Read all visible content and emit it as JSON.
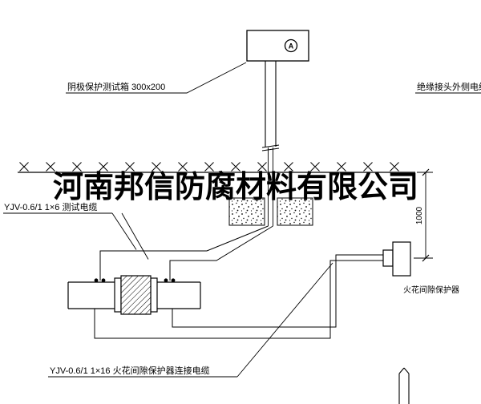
{
  "drawing": {
    "watermark": "河南邦信防腐材料有限公司",
    "labels": {
      "test_box": "阴极保护测试箱 300x200",
      "outer_cable": "绝缘接头外侧电缆",
      "test_cable": "YJV-0.6/1 1×6  测试电缆",
      "spark_gap_protector": "火花间隙保护器",
      "spark_gap_cable": "YJV-0.6/1 1×16  火花间隙保护器连接电缆",
      "depth_dimension": "1000",
      "ammeter_symbol": "A"
    },
    "colors": {
      "line": "#000000",
      "background": "#ffffff"
    }
  }
}
